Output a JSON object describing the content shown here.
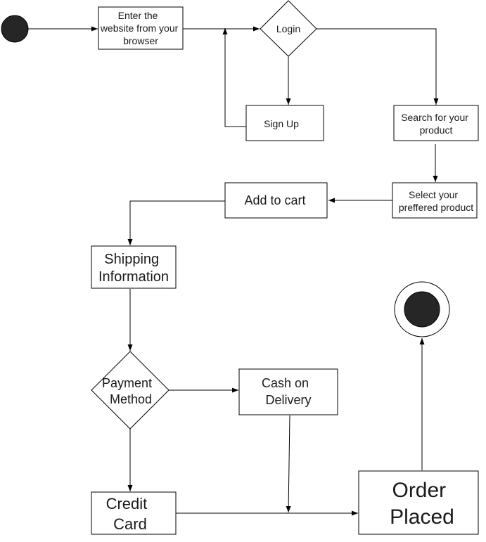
{
  "nodes": {
    "enter_website": {
      "lines": [
        "Enter the",
        "website from your",
        "browser"
      ]
    },
    "login": {
      "lines": [
        "Login"
      ]
    },
    "sign_up": {
      "lines": [
        "Sign Up"
      ]
    },
    "search_product": {
      "lines": [
        "Search for your",
        "product"
      ]
    },
    "select_product": {
      "lines": [
        "Select your",
        "preffered product"
      ]
    },
    "add_to_cart": {
      "lines": [
        "Add to cart"
      ]
    },
    "shipping_information": {
      "lines": [
        "Shipping",
        "Information"
      ]
    },
    "payment_method": {
      "lines": [
        "Payment",
        "Method"
      ]
    },
    "cash_on_delivery": {
      "lines": [
        "Cash on",
        "Delivery"
      ]
    },
    "credit_card": {
      "lines": [
        "Credit",
        "Card"
      ]
    },
    "order_placed": {
      "lines": [
        "Order",
        "Placed"
      ]
    }
  },
  "colors": {
    "stroke": "#000000",
    "fill": "#ffffff",
    "state_fill": "#262626"
  }
}
